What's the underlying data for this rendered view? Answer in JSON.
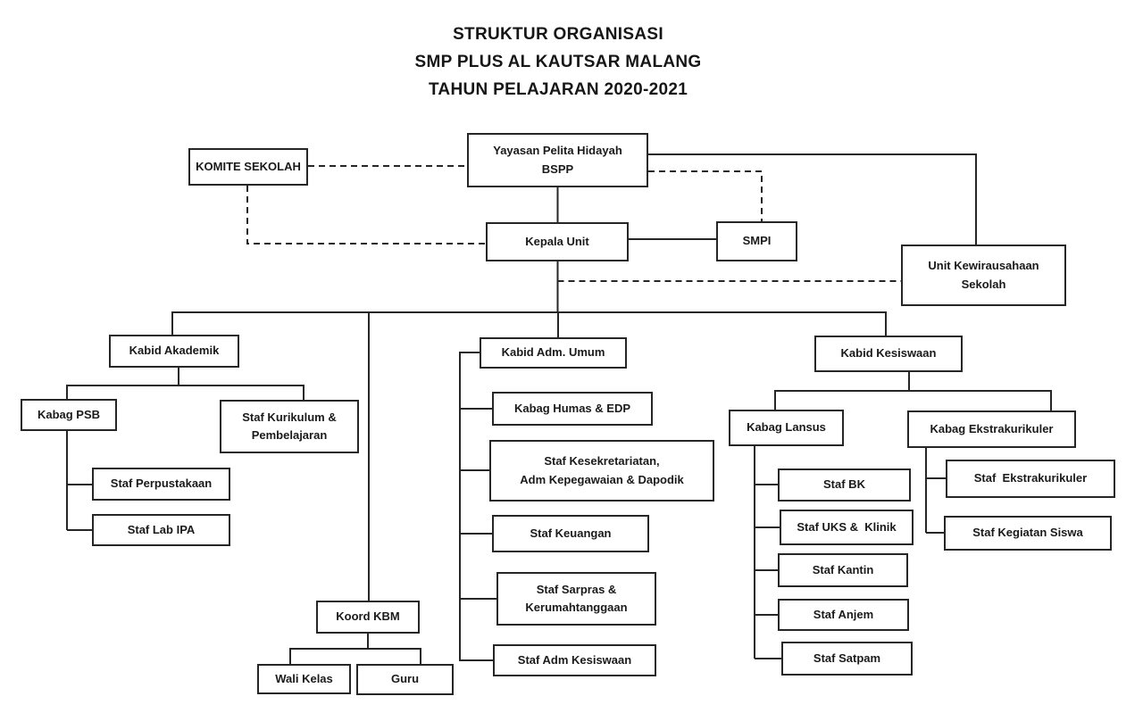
{
  "title": {
    "line1": "STRUKTUR ORGANISASI",
    "line2": "SMP PLUS AL KAUTSAR MALANG",
    "line3": "TAHUN PELAJARAN 2020-2021"
  },
  "colors": {
    "line": "#262626",
    "text": "#1a1a1a",
    "background": "#ffffff"
  },
  "nodes": {
    "komite_sekolah": {
      "lines": [
        "KOMITE SEKOLAH"
      ]
    },
    "yayasan": {
      "lines": [
        "Yayasan Pelita Hidayah",
        "BSPP"
      ]
    },
    "kepala_unit": {
      "lines": [
        "Kepala Unit"
      ]
    },
    "smpi": {
      "lines": [
        "SMPI"
      ]
    },
    "unit_kewirausahaan": {
      "lines": [
        "Unit Kewirausahaan",
        "Sekolah"
      ]
    },
    "kabid_akademik": {
      "lines": [
        "Kabid Akademik"
      ]
    },
    "kabid_adm_umum": {
      "lines": [
        "Kabid Adm. Umum"
      ]
    },
    "kabid_kesiswaan": {
      "lines": [
        "Kabid Kesiswaan"
      ]
    },
    "kabag_psb": {
      "lines": [
        "Kabag PSB"
      ]
    },
    "staf_kurikulum": {
      "lines": [
        "Staf Kurikulum &",
        "Pembelajaran"
      ]
    },
    "staf_perpustakaan": {
      "lines": [
        "Staf Perpustakaan"
      ]
    },
    "staf_lab_ipa": {
      "lines": [
        "Staf Lab IPA"
      ]
    },
    "koord_kbm": {
      "lines": [
        "Koord KBM"
      ]
    },
    "wali_kelas": {
      "lines": [
        "Wali Kelas"
      ]
    },
    "guru": {
      "lines": [
        "Guru"
      ]
    },
    "kabag_humas": {
      "lines": [
        "Kabag Humas & EDP"
      ]
    },
    "staf_kesekretariatan": {
      "lines": [
        "Staf Kesekretariatan,",
        "Adm Kepegawaian & Dapodik"
      ]
    },
    "staf_keuangan": {
      "lines": [
        "Staf Keuangan"
      ]
    },
    "staf_sarpras": {
      "lines": [
        "Staf Sarpras &",
        "Kerumahtanggaan"
      ]
    },
    "staf_adm_kesiswaan": {
      "lines": [
        "Staf Adm Kesiswaan"
      ]
    },
    "kabag_lansus": {
      "lines": [
        "Kabag Lansus"
      ]
    },
    "kabag_ekstrakurikuler": {
      "lines": [
        "Kabag Ekstrakurikuler"
      ]
    },
    "staf_bk": {
      "lines": [
        "Staf BK"
      ]
    },
    "staf_uks": {
      "lines": [
        "Staf UKS &  Klinik"
      ]
    },
    "staf_kantin": {
      "lines": [
        "Staf Kantin"
      ]
    },
    "staf_anjem": {
      "lines": [
        "Staf Anjem"
      ]
    },
    "staf_satpam": {
      "lines": [
        "Staf Satpam"
      ]
    },
    "staf_ekstrakurikuler": {
      "lines": [
        "Staf  Ekstrakurikuler"
      ]
    },
    "staf_kegiatan_siswa": {
      "lines": [
        "Staf Kegiatan Siswa"
      ]
    }
  },
  "edges": [
    {
      "from": "komite_sekolah",
      "to": "yayasan",
      "style": "dashed"
    },
    {
      "from": "komite_sekolah",
      "to": "kepala_unit",
      "style": "dashed"
    },
    {
      "from": "yayasan",
      "to": "kepala_unit",
      "style": "solid"
    },
    {
      "from": "yayasan",
      "to": "smpi",
      "style": "dashed"
    },
    {
      "from": "yayasan",
      "to": "unit_kewirausahaan",
      "style": "solid"
    },
    {
      "from": "kepala_unit",
      "to": "smpi",
      "style": "solid"
    },
    {
      "from": "kepala_unit",
      "to": "unit_kewirausahaan",
      "style": "dashed"
    },
    {
      "from": "kepala_unit",
      "to": "kabid_akademik",
      "style": "solid"
    },
    {
      "from": "kepala_unit",
      "to": "koord_kbm",
      "style": "solid"
    },
    {
      "from": "kepala_unit",
      "to": "kabid_adm_umum",
      "style": "solid"
    },
    {
      "from": "kepala_unit",
      "to": "kabid_kesiswaan",
      "style": "solid"
    },
    {
      "from": "kabid_akademik",
      "to": "kabag_psb",
      "style": "solid"
    },
    {
      "from": "kabid_akademik",
      "to": "staf_kurikulum",
      "style": "solid"
    },
    {
      "from": "kabag_psb",
      "to": "staf_perpustakaan",
      "style": "solid"
    },
    {
      "from": "kabag_psb",
      "to": "staf_lab_ipa",
      "style": "solid"
    },
    {
      "from": "koord_kbm",
      "to": "wali_kelas",
      "style": "solid"
    },
    {
      "from": "koord_kbm",
      "to": "guru",
      "style": "solid"
    },
    {
      "from": "kabid_adm_umum",
      "to": "kabag_humas",
      "style": "solid"
    },
    {
      "from": "kabid_adm_umum",
      "to": "staf_kesekretariatan",
      "style": "solid"
    },
    {
      "from": "kabid_adm_umum",
      "to": "staf_keuangan",
      "style": "solid"
    },
    {
      "from": "kabid_adm_umum",
      "to": "staf_sarpras",
      "style": "solid"
    },
    {
      "from": "kabid_adm_umum",
      "to": "staf_adm_kesiswaan",
      "style": "solid"
    },
    {
      "from": "kabid_kesiswaan",
      "to": "kabag_lansus",
      "style": "solid"
    },
    {
      "from": "kabid_kesiswaan",
      "to": "kabag_ekstrakurikuler",
      "style": "solid"
    },
    {
      "from": "kabag_lansus",
      "to": "staf_bk",
      "style": "solid"
    },
    {
      "from": "kabag_lansus",
      "to": "staf_uks",
      "style": "solid"
    },
    {
      "from": "kabag_lansus",
      "to": "staf_kantin",
      "style": "solid"
    },
    {
      "from": "kabag_lansus",
      "to": "staf_anjem",
      "style": "solid"
    },
    {
      "from": "kabag_lansus",
      "to": "staf_satpam",
      "style": "solid"
    },
    {
      "from": "kabag_ekstrakurikuler",
      "to": "staf_ekstrakurikuler",
      "style": "solid"
    },
    {
      "from": "kabag_ekstrakurikuler",
      "to": "staf_kegiatan_siswa",
      "style": "solid"
    }
  ]
}
